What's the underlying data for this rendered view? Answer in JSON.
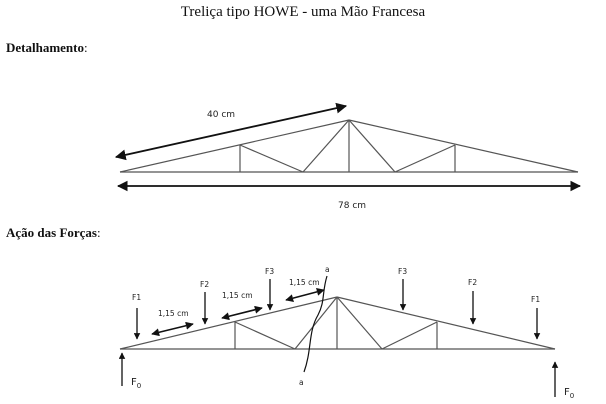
{
  "title": "Treliça tipo HOWE - uma Mão Francesa",
  "sections": {
    "detalhamento": {
      "label": "Detalhamento",
      "suffix": ":"
    },
    "acao": {
      "label": "Ação das Forças",
      "suffix": ":"
    }
  },
  "dimensions": {
    "rafter_length": "40 cm",
    "span": "78 cm"
  },
  "forces": {
    "f1": "F1",
    "f2": "F2",
    "f3": "F3",
    "f0": "F",
    "f0_sub": "0"
  },
  "spacing": {
    "s1": "1,15 cm",
    "s2": "1,15 cm",
    "s3": "1,15 cm"
  },
  "section_cut": {
    "top": "a",
    "bottom": "a"
  }
}
